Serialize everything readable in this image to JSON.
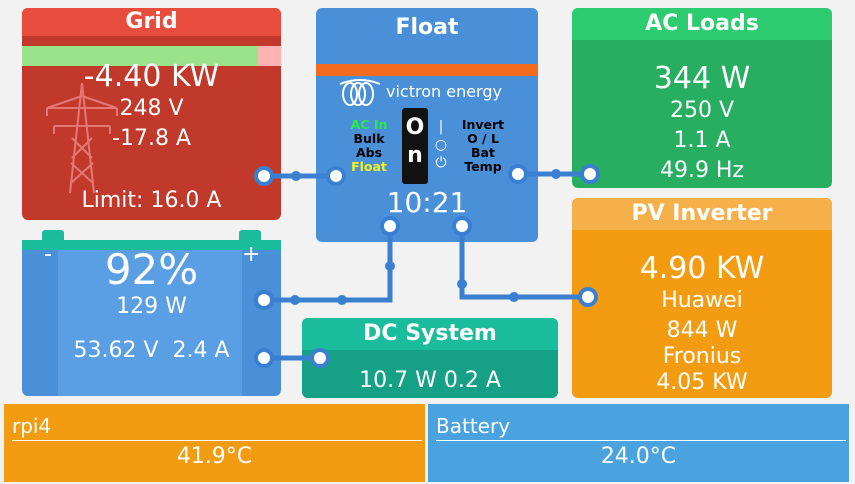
{
  "grid": {
    "title": "Grid",
    "power": "-4.40 KW",
    "voltage": "248 V",
    "current": "-17.8 A",
    "limit": "Limit: 16.0 A",
    "bar_fill_fraction": 0.91,
    "icon": "power-tower-icon"
  },
  "multi": {
    "title": "Float",
    "brand": "victron energy",
    "left_leds": [
      "AC In",
      "Bulk",
      "Abs",
      "Float"
    ],
    "right_leds": [
      "Invert",
      "O / L",
      "Bat",
      "Temp"
    ],
    "switch_label": [
      "O",
      "n"
    ],
    "time": "10:21",
    "colors": {
      "ac_in": "#2ee84a",
      "float": "#f4f41a"
    }
  },
  "ac_loads": {
    "title": "AC Loads",
    "power": "344 W",
    "voltage": "250 V",
    "current": "1.1 A",
    "frequency": "49.9 Hz"
  },
  "pv_inverter": {
    "title": "PV Inverter",
    "power": "4.90 KW",
    "source1": "Huawei",
    "source1_power": "844 W",
    "source2": "Fronius",
    "source2_power": "4.05 KW"
  },
  "battery": {
    "minus": "-",
    "plus": "+",
    "soc": "92%",
    "power": "129 W",
    "voltage_current": "53.62 V  2.4 A"
  },
  "dc_system": {
    "title": "DC System",
    "value": "10.7 W 0.2 A"
  },
  "temperatures": [
    {
      "label": "rpi4",
      "value": "41.9°C"
    },
    {
      "label": "Battery",
      "value": "24.0°C"
    }
  ]
}
